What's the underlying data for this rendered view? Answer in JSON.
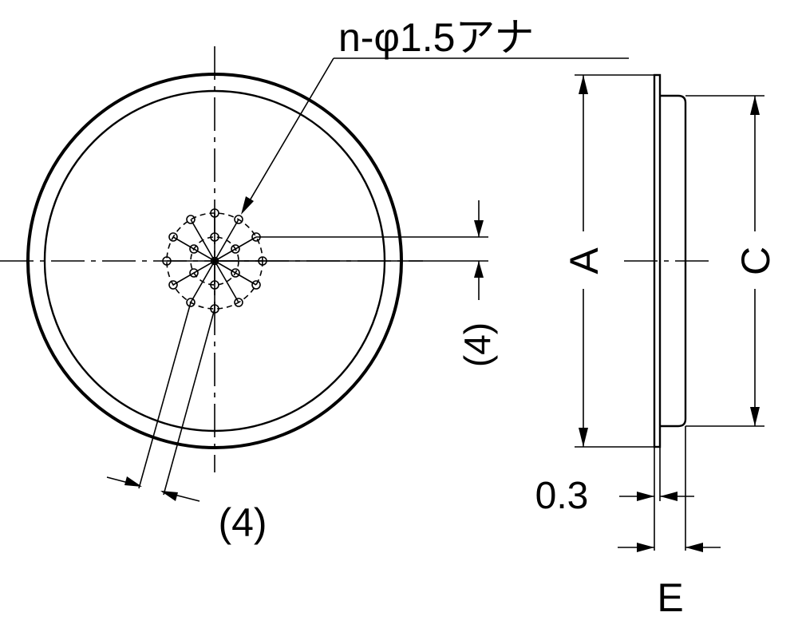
{
  "callout": {
    "hole_note": "n-φ1.5アナ"
  },
  "dimensions": {
    "pitch_vertical": "(4)",
    "pitch_angular": "(4)",
    "diameter_outer": "A",
    "diameter_inner": "C",
    "thickness": "0.3",
    "total_depth": "E"
  }
}
